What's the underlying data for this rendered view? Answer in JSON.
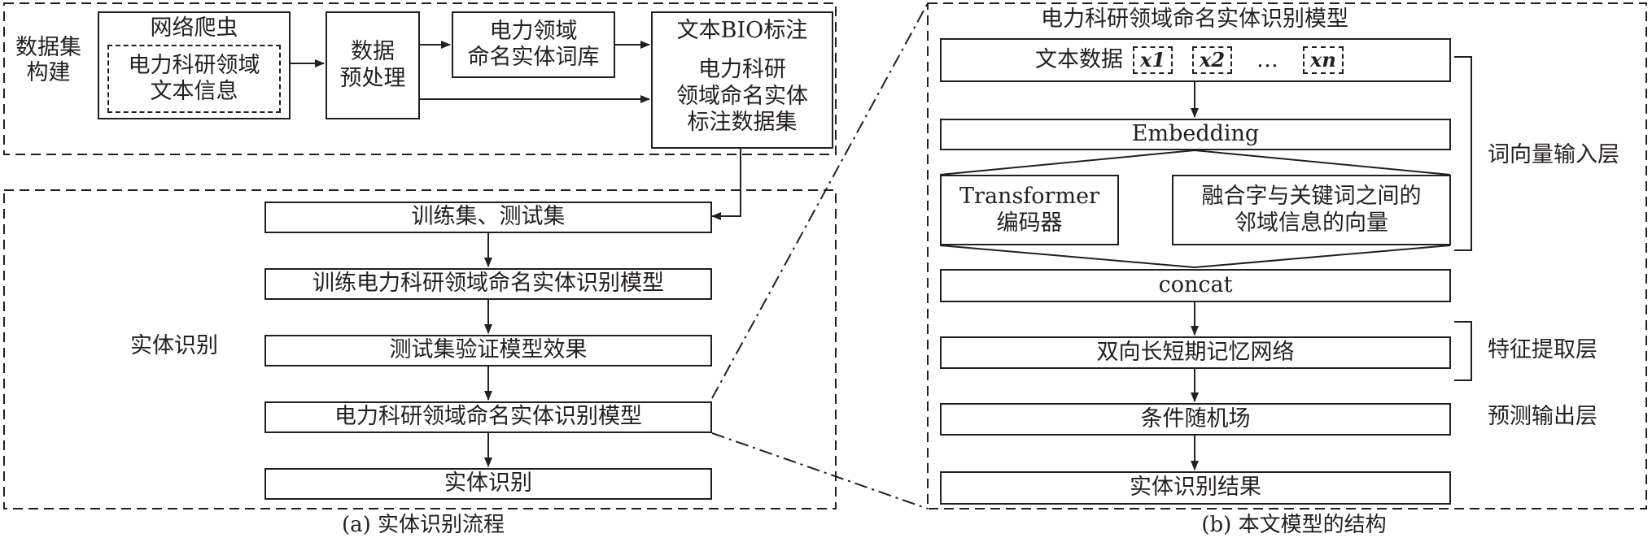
{
  "left": {
    "dataset_section_label": "数据集\n构建",
    "crawler_title": "网络爬虫",
    "crawler_inner": "电力科研领域\n文本信息",
    "preprocess": "数据\n预处理",
    "lexicon": "电力领域\n命名实体词库",
    "bio_title": "文本BIO标注",
    "bio_dataset": "电力科研\n领域命名实体\n标注数据集",
    "entity_section_label": "实体识别",
    "flow": [
      "训练集、测试集",
      "训练电力科研领域命名实体识别模型",
      "测试集验证模型效果",
      "电力科研领域命名实体识别模型",
      "实体识别"
    ],
    "caption": "(a) 实体识别流程"
  },
  "right": {
    "title": "电力科研领域命名实体识别模型",
    "text_data": "文本数据",
    "tokens": [
      {
        "var": "x",
        "sub": "1"
      },
      {
        "var": "x",
        "sub": "2"
      },
      {
        "var": "x",
        "sub": "n"
      }
    ],
    "ellipsis": "…",
    "embedding": "Embedding",
    "transformer": "Transformer\n编码器",
    "fusion": "融合字与关键词之间的\n邻域信息的向量",
    "concat": "concat",
    "bilstm": "双向长短期记忆网络",
    "crf": "条件随机场",
    "result": "实体识别结果",
    "layer_input": "词向量输入层",
    "layer_feature": "特征提取层",
    "layer_output": "预测输出层",
    "caption": "(b) 本文模型的结构"
  },
  "colors": {
    "ink": "#231f20",
    "background": "#ffffff"
  }
}
